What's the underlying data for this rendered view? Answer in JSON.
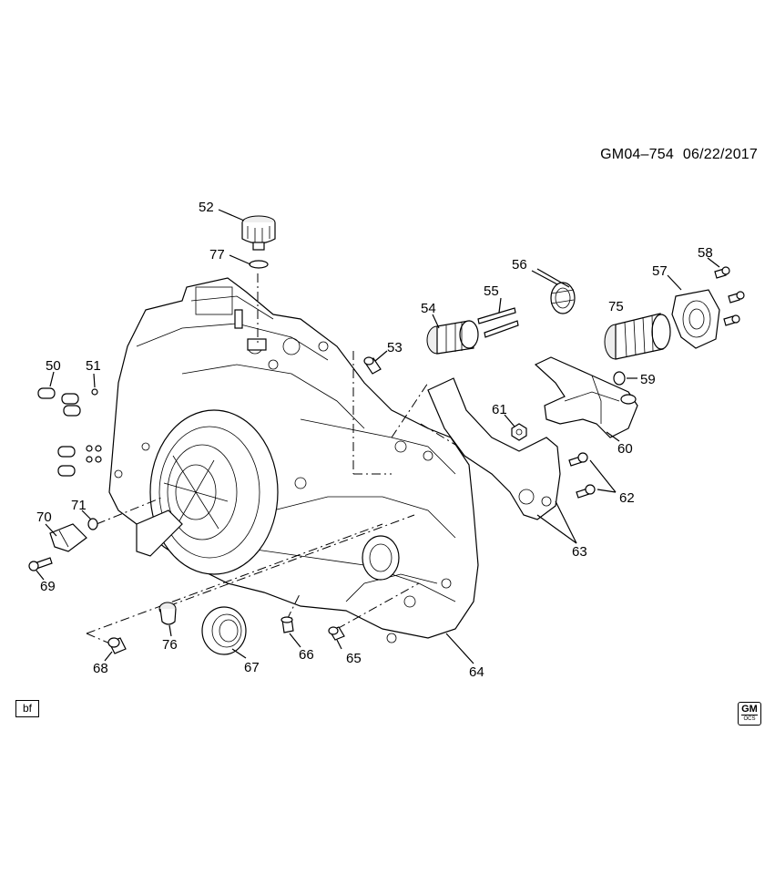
{
  "header": {
    "diagram_code": "GM04–754",
    "date": "06/22/2017"
  },
  "badge": "bf",
  "logo": {
    "text": "GM",
    "subtext": "OCS"
  },
  "callouts": {
    "c50": "50",
    "c51": "51",
    "c52": "52",
    "c53": "53",
    "c54": "54",
    "c55": "55",
    "c56": "56",
    "c57": "57",
    "c58": "58",
    "c59": "59",
    "c60": "60",
    "c61": "61",
    "c62": "62",
    "c63": "63",
    "c64": "64",
    "c65": "65",
    "c66": "66",
    "c67": "67",
    "c68": "68",
    "c69": "69",
    "c70": "70",
    "c71": "71",
    "c75": "75",
    "c76": "76",
    "c77": "77"
  }
}
